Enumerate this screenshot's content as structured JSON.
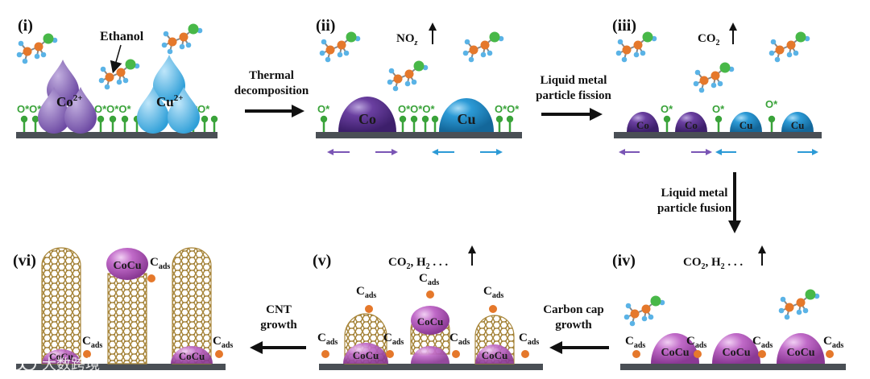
{
  "steps": [
    {
      "id": "i",
      "label": "(i)"
    },
    {
      "id": "ii",
      "label": "(ii)"
    },
    {
      "id": "iii",
      "label": "(iii)"
    },
    {
      "id": "iv",
      "label": "(iv)"
    },
    {
      "id": "v",
      "label": "(v)"
    },
    {
      "id": "vi",
      "label": "(vi)"
    }
  ],
  "labels": {
    "ethanol": "Ethanol",
    "co_ion": "Co",
    "co_charge": "2+",
    "cu_ion": "Cu",
    "cu_charge": "2+",
    "o_star": "O*",
    "o_star_pair": "O*O*",
    "o_star_triple": "O*O*O*",
    "co": "Co",
    "cu": "Cu",
    "cocu": "CoCu",
    "cads_c": "C",
    "cads_sub": "ads",
    "nox": "NO",
    "nox_sub": "z",
    "co2": "CO",
    "co2_sub": "2",
    "co2h2_a": "CO",
    "co2h2_b": ", H",
    "co2h2_c": " . . .",
    "sub2": "2"
  },
  "arrows": {
    "a1_line1": "Thermal",
    "a1_line2": "decomposition",
    "a2_line1": "Liquid metal",
    "a2_line2": "particle fission",
    "a3_line1": "Liquid metal",
    "a3_line2": "particle fusion",
    "a4_line1": "Carbon cap",
    "a4_line2": "growth",
    "a5_line1": "CNT",
    "a5_line2": "growth"
  },
  "watermark": "大数跨境",
  "colors": {
    "co_purple": "#6a3fa0",
    "cu_blue": "#2c9ad6",
    "cocu_magenta": "#c06ac8",
    "oxygen_green": "#3aa33a",
    "substrate": "#4a4f55",
    "carbon_orange": "#e5782b",
    "cnt_gold": "#b8933a"
  }
}
